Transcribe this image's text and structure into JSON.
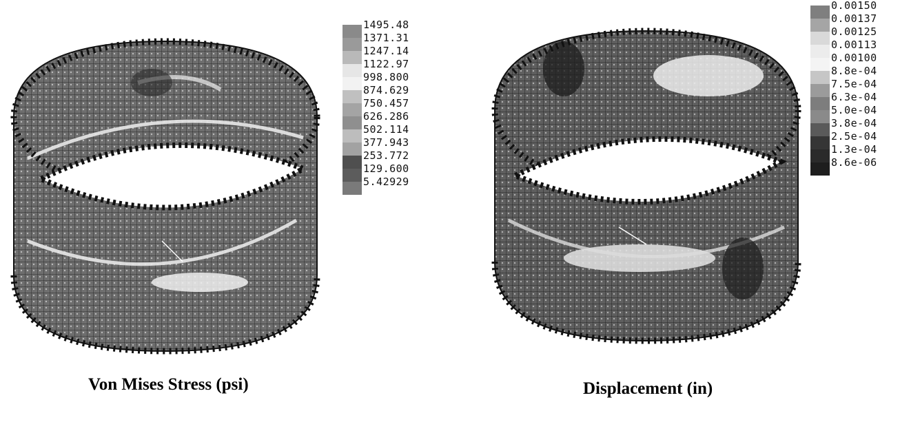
{
  "panels": [
    {
      "caption": "Von Mises Stress (psi)",
      "legend": {
        "labels": [
          "1495.48",
          "1371.31",
          "1247.14",
          "1122.97",
          "998.800",
          "874.629",
          "750.457",
          "626.286",
          "502.114",
          "377.943",
          "253.772",
          "129.600",
          "5.42929"
        ],
        "shades": [
          "#8a8a8a",
          "#9a9a9a",
          "#b9b9b9",
          "#e6e6e6",
          "#f2f2f2",
          "#c0c0c0",
          "#a4a4a4",
          "#8f8f8f",
          "#bdbdbd",
          "#a2a2a2",
          "#4f4f4f",
          "#5c5c5c",
          "#7a7a7a"
        ]
      }
    },
    {
      "caption": "Displacement (in)",
      "legend": {
        "labels": [
          "0.00150",
          "0.00137",
          "0.00125",
          "0.00113",
          "0.00100",
          "8.8e-04",
          "7.5e-04",
          "6.3e-04",
          "5.0e-04",
          "3.8e-04",
          "2.5e-04",
          "1.3e-04",
          "8.6e-06"
        ],
        "shades": [
          "#7f7f7f",
          "#a5a5a5",
          "#d9d9d9",
          "#ececec",
          "#f4f4f4",
          "#c6c6c6",
          "#9b9b9b",
          "#7d7d7d",
          "#8a8a8a",
          "#5a5a5a",
          "#353535",
          "#2a2a2a",
          "#1e1e1e"
        ]
      }
    }
  ]
}
